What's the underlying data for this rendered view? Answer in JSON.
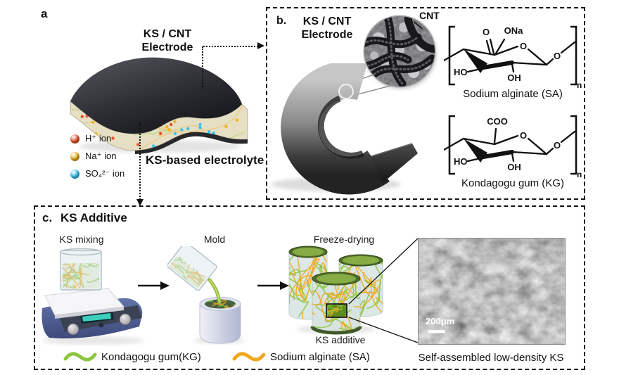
{
  "panel_a": {
    "label": "a",
    "electrode_title_line1": "KS / CNT",
    "electrode_title_line2": "Electrode",
    "electrolyte_label": "KS-based electrolyte",
    "ions": [
      {
        "name": "hydrogen-ion",
        "label": "H⁺ ion",
        "color": "#e8502a"
      },
      {
        "name": "sodium-ion",
        "label": "Na⁺ ion",
        "color": "#f0b41e"
      },
      {
        "name": "sulfate-ion",
        "label": "SO₄²⁻ ion",
        "color": "#30c4f0"
      }
    ]
  },
  "panel_b": {
    "label": "b.",
    "title_line1": "KS / CNT",
    "title_line2": "Electrode",
    "cnt_label": "CNT",
    "structures": [
      {
        "caption": "Sodium alginate (SA)",
        "group_left": "O",
        "group_right": "ONa",
        "hydroxyl_left": "HO",
        "hydroxyl_bottom": "OH",
        "ring_oxygen": "O",
        "link_oxygen": "O",
        "repeat_index": "n"
      },
      {
        "caption": "Kondagogu gum (KG)",
        "group_left": "COO",
        "group_right": "",
        "hydroxyl_left": "HO",
        "hydroxyl_bottom": "OH",
        "ring_oxygen": "O",
        "link_oxygen": "O",
        "repeat_index": "n"
      }
    ]
  },
  "panel_c": {
    "label": "c.",
    "title": "KS Additive",
    "steps": [
      {
        "label": "KS mixing"
      },
      {
        "label": "Mold"
      },
      {
        "label": "Freeze-drying"
      }
    ],
    "product_label": "KS additive",
    "sem": {
      "scale_bar_label": "200μm",
      "caption": "Self-assembled low-density KS"
    },
    "legend": [
      {
        "name": "kondagogu-gum",
        "label": "Kondagogu gum(KG)",
        "color": "#8cc63e"
      },
      {
        "name": "sodium-alginate",
        "label": "Sodium alginate (SA)",
        "color": "#f0a81e"
      }
    ]
  }
}
